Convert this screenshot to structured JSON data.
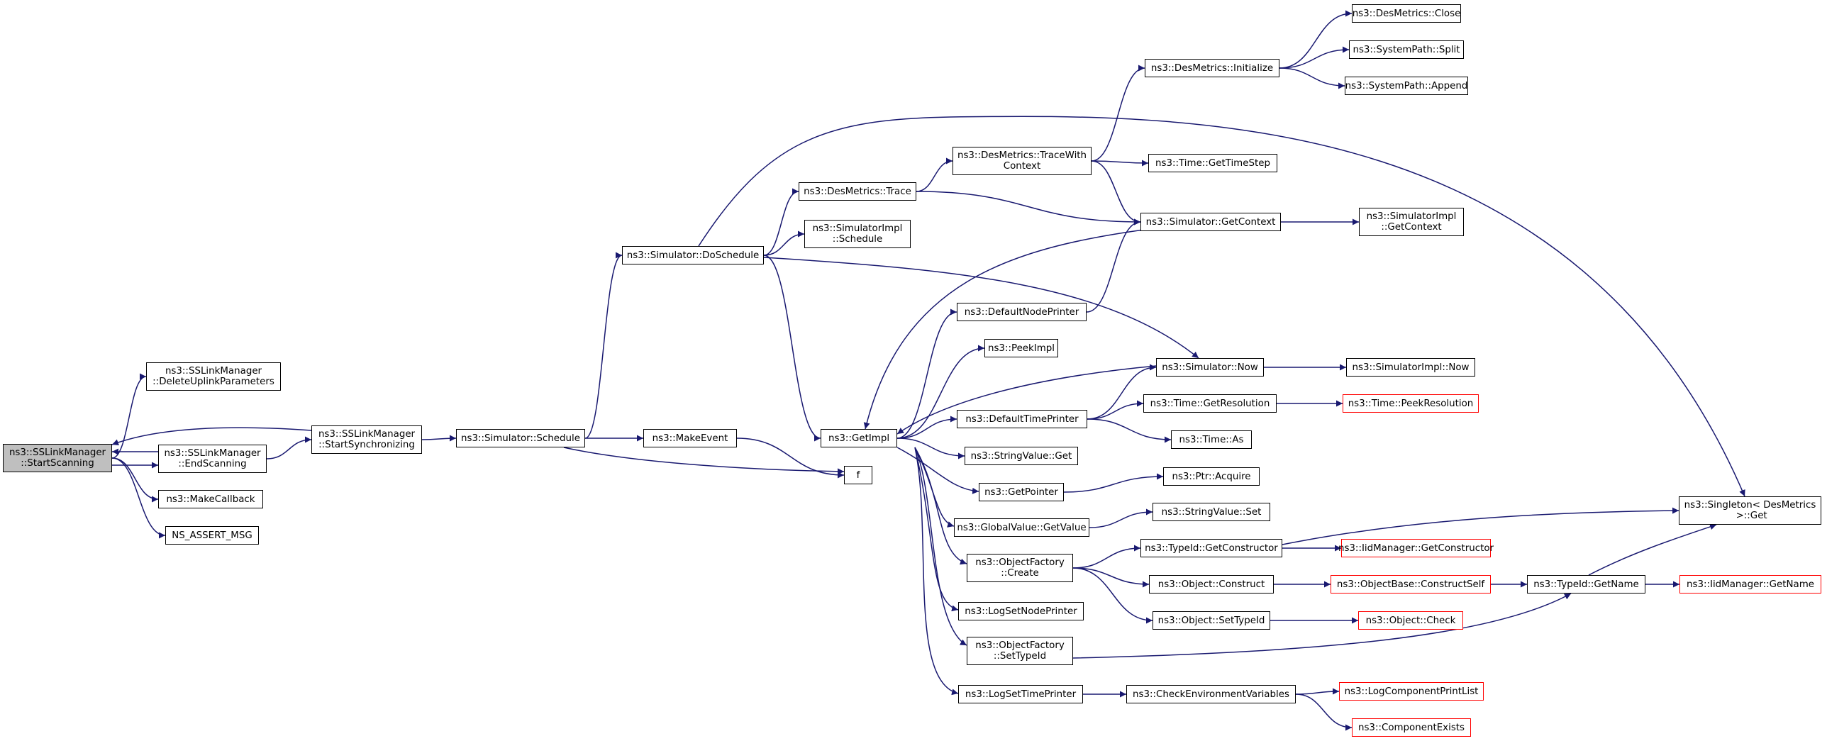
{
  "colors": {
    "edge": "#191970",
    "node_border": "#000000",
    "truncated_node_border": "#ff0000",
    "focus_fill": "#bfbfbf"
  },
  "nodes": [
    {
      "id": "start_scanning",
      "text": "ns3::SSLinkManager\n::StartScanning",
      "style": "focus"
    },
    {
      "id": "delete_uplink",
      "text": "ns3::SSLinkManager\n::DeleteUplinkParameters",
      "style": "normal"
    },
    {
      "id": "end_scanning",
      "text": "ns3::SSLinkManager\n::EndScanning",
      "style": "normal"
    },
    {
      "id": "make_callback",
      "text": "ns3::MakeCallback",
      "style": "normal"
    },
    {
      "id": "ns_assert_msg",
      "text": "NS_ASSERT_MSG",
      "style": "normal"
    },
    {
      "id": "start_sync",
      "text": "ns3::SSLinkManager\n::StartSynchronizing",
      "style": "normal"
    },
    {
      "id": "sim_schedule",
      "text": "ns3::Simulator::Schedule",
      "style": "normal"
    },
    {
      "id": "make_event",
      "text": "ns3::MakeEvent",
      "style": "normal"
    },
    {
      "id": "f",
      "text": "f",
      "style": "normal"
    },
    {
      "id": "do_schedule",
      "text": "ns3::Simulator::DoSchedule",
      "style": "normal"
    },
    {
      "id": "get_impl",
      "text": "ns3::GetImpl",
      "style": "normal"
    },
    {
      "id": "des_trace",
      "text": "ns3::DesMetrics::Trace",
      "style": "normal"
    },
    {
      "id": "simimpl_schedule",
      "text": "ns3::SimulatorImpl\n::Schedule",
      "style": "normal"
    },
    {
      "id": "trace_with_context",
      "text": "ns3::DesMetrics::TraceWith\nContext",
      "style": "normal"
    },
    {
      "id": "des_initialize",
      "text": "ns3::DesMetrics::Initialize",
      "style": "normal"
    },
    {
      "id": "des_close",
      "text": "ns3::DesMetrics::Close",
      "style": "normal"
    },
    {
      "id": "syspath_split",
      "text": "ns3::SystemPath::Split",
      "style": "normal"
    },
    {
      "id": "syspath_append",
      "text": "ns3::SystemPath::Append",
      "style": "normal"
    },
    {
      "id": "time_get_time_step",
      "text": "ns3::Time::GetTimeStep",
      "style": "normal"
    },
    {
      "id": "sim_get_context",
      "text": "ns3::Simulator::GetContext",
      "style": "normal"
    },
    {
      "id": "simimpl_get_context",
      "text": "ns3::SimulatorImpl\n::GetContext",
      "style": "normal"
    },
    {
      "id": "default_node_printer",
      "text": "ns3::DefaultNodePrinter",
      "style": "normal"
    },
    {
      "id": "peek_impl",
      "text": "ns3::PeekImpl",
      "style": "normal"
    },
    {
      "id": "sim_now",
      "text": "ns3::Simulator::Now",
      "style": "normal"
    },
    {
      "id": "simimpl_now",
      "text": "ns3::SimulatorImpl::Now",
      "style": "normal"
    },
    {
      "id": "default_time_printer",
      "text": "ns3::DefaultTimePrinter",
      "style": "normal"
    },
    {
      "id": "time_get_resolution",
      "text": "ns3::Time::GetResolution",
      "style": "normal"
    },
    {
      "id": "time_peek_resolution",
      "text": "ns3::Time::PeekResolution",
      "style": "truncated"
    },
    {
      "id": "time_as",
      "text": "ns3::Time::As",
      "style": "normal"
    },
    {
      "id": "stringvalue_get",
      "text": "ns3::StringValue::Get",
      "style": "normal"
    },
    {
      "id": "get_pointer",
      "text": "ns3::GetPointer",
      "style": "normal"
    },
    {
      "id": "ptr_acquire",
      "text": "ns3::Ptr::Acquire",
      "style": "normal"
    },
    {
      "id": "globalvalue_getvalue",
      "text": "ns3::GlobalValue::GetValue",
      "style": "normal"
    },
    {
      "id": "stringvalue_set",
      "text": "ns3::StringValue::Set",
      "style": "normal"
    },
    {
      "id": "objectfactory_create",
      "text": "ns3::ObjectFactory\n::Create",
      "style": "normal"
    },
    {
      "id": "typeid_get_constructor",
      "text": "ns3::TypeId::GetConstructor",
      "style": "normal"
    },
    {
      "id": "iidmanager_get_constructor",
      "text": "ns3::IidManager::GetConstructor",
      "style": "truncated"
    },
    {
      "id": "singleton_get",
      "text": "ns3::Singleton< DesMetrics\n >::Get",
      "style": "normal"
    },
    {
      "id": "object_construct",
      "text": "ns3::Object::Construct",
      "style": "normal"
    },
    {
      "id": "objectbase_construct_self",
      "text": "ns3::ObjectBase::ConstructSelf",
      "style": "truncated"
    },
    {
      "id": "typeid_get_name",
      "text": "ns3::TypeId::GetName",
      "style": "normal"
    },
    {
      "id": "iidmanager_get_name",
      "text": "ns3::IidManager::GetName",
      "style": "truncated"
    },
    {
      "id": "log_set_node_printer",
      "text": "ns3::LogSetNodePrinter",
      "style": "normal"
    },
    {
      "id": "object_set_type_id",
      "text": "ns3::Object::SetTypeId",
      "style": "normal"
    },
    {
      "id": "object_check",
      "text": "ns3::Object::Check",
      "style": "truncated"
    },
    {
      "id": "objectfactory_set_type_id",
      "text": "ns3::ObjectFactory\n::SetTypeId",
      "style": "normal"
    },
    {
      "id": "log_set_time_printer",
      "text": "ns3::LogSetTimePrinter",
      "style": "normal"
    },
    {
      "id": "check_env_vars",
      "text": "ns3::CheckEnvironmentVariables",
      "style": "normal"
    },
    {
      "id": "log_component_print_list",
      "text": "ns3::LogComponentPrintList",
      "style": "truncated"
    },
    {
      "id": "component_exists",
      "text": "ns3::ComponentExists",
      "style": "truncated"
    }
  ],
  "edges": [
    [
      "start_scanning",
      "delete_uplink"
    ],
    [
      "start_scanning",
      "end_scanning"
    ],
    [
      "start_scanning",
      "make_callback"
    ],
    [
      "start_scanning",
      "ns_assert_msg"
    ],
    [
      "end_scanning",
      "start_sync"
    ],
    [
      "end_scanning",
      "start_scanning"
    ],
    [
      "start_sync",
      "start_scanning"
    ],
    [
      "start_sync",
      "sim_schedule"
    ],
    [
      "sim_schedule",
      "do_schedule"
    ],
    [
      "sim_schedule",
      "make_event"
    ],
    [
      "sim_schedule",
      "f"
    ],
    [
      "make_event",
      "f"
    ],
    [
      "do_schedule",
      "des_trace"
    ],
    [
      "do_schedule",
      "simimpl_schedule"
    ],
    [
      "do_schedule",
      "get_impl"
    ],
    [
      "do_schedule",
      "sim_now"
    ],
    [
      "do_schedule",
      "singleton_get"
    ],
    [
      "des_trace",
      "trace_with_context"
    ],
    [
      "des_trace",
      "sim_get_context"
    ],
    [
      "trace_with_context",
      "des_initialize"
    ],
    [
      "trace_with_context",
      "time_get_time_step"
    ],
    [
      "trace_with_context",
      "sim_get_context"
    ],
    [
      "des_initialize",
      "des_close"
    ],
    [
      "des_initialize",
      "syspath_split"
    ],
    [
      "des_initialize",
      "syspath_append"
    ],
    [
      "sim_get_context",
      "get_impl"
    ],
    [
      "sim_get_context",
      "simimpl_get_context"
    ],
    [
      "default_node_printer",
      "sim_get_context"
    ],
    [
      "get_impl",
      "default_node_printer"
    ],
    [
      "get_impl",
      "peek_impl"
    ],
    [
      "get_impl",
      "default_time_printer"
    ],
    [
      "get_impl",
      "stringvalue_get"
    ],
    [
      "get_impl",
      "get_pointer"
    ],
    [
      "get_impl",
      "globalvalue_getvalue"
    ],
    [
      "get_impl",
      "objectfactory_create"
    ],
    [
      "get_impl",
      "log_set_node_printer"
    ],
    [
      "get_impl",
      "objectfactory_set_type_id"
    ],
    [
      "get_impl",
      "log_set_time_printer"
    ],
    [
      "sim_now",
      "get_impl"
    ],
    [
      "sim_now",
      "simimpl_now"
    ],
    [
      "default_time_printer",
      "sim_now"
    ],
    [
      "default_time_printer",
      "time_get_resolution"
    ],
    [
      "default_time_printer",
      "time_as"
    ],
    [
      "time_get_resolution",
      "time_peek_resolution"
    ],
    [
      "get_pointer",
      "ptr_acquire"
    ],
    [
      "globalvalue_getvalue",
      "stringvalue_set"
    ],
    [
      "objectfactory_create",
      "typeid_get_constructor"
    ],
    [
      "objectfactory_create",
      "object_construct"
    ],
    [
      "objectfactory_create",
      "object_set_type_id"
    ],
    [
      "typeid_get_constructor",
      "iidmanager_get_constructor"
    ],
    [
      "typeid_get_constructor",
      "singleton_get"
    ],
    [
      "object_construct",
      "objectbase_construct_self"
    ],
    [
      "objectbase_construct_self",
      "typeid_get_name"
    ],
    [
      "typeid_get_name",
      "iidmanager_get_name"
    ],
    [
      "typeid_get_name",
      "singleton_get"
    ],
    [
      "object_set_type_id",
      "object_check"
    ],
    [
      "objectfactory_set_type_id",
      "typeid_get_name"
    ],
    [
      "log_set_time_printer",
      "check_env_vars"
    ],
    [
      "check_env_vars",
      "log_component_print_list"
    ],
    [
      "check_env_vars",
      "component_exists"
    ]
  ]
}
